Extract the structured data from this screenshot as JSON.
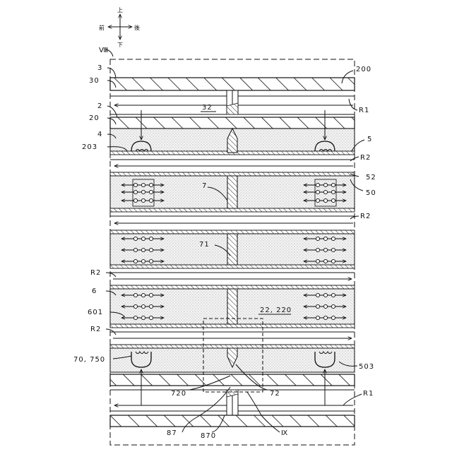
{
  "compass": {
    "up": "上",
    "down": "下",
    "front": "前",
    "back": "後"
  },
  "section_mark": "Ⅷ",
  "labels": {
    "l3": "3",
    "l30": "30",
    "l2": "2",
    "l20": "20",
    "l4": "4",
    "l203": "203",
    "l200": "200",
    "lR1_top": "R1",
    "l5": "5",
    "lR2_a": "R2",
    "l52": "52",
    "l50": "50",
    "lR2_b": "R2",
    "l32": "32",
    "l7": "7",
    "l71": "71",
    "lR2_c": "R2",
    "l6": "6",
    "l601": "601",
    "l22": "22, 220",
    "lR2_d": "R2",
    "l70": "70, 750",
    "l503": "503",
    "l720": "720",
    "l72": "72",
    "lR1_bot": "R1",
    "l87": "87",
    "l870": "870",
    "lIX": "Ⅸ"
  }
}
